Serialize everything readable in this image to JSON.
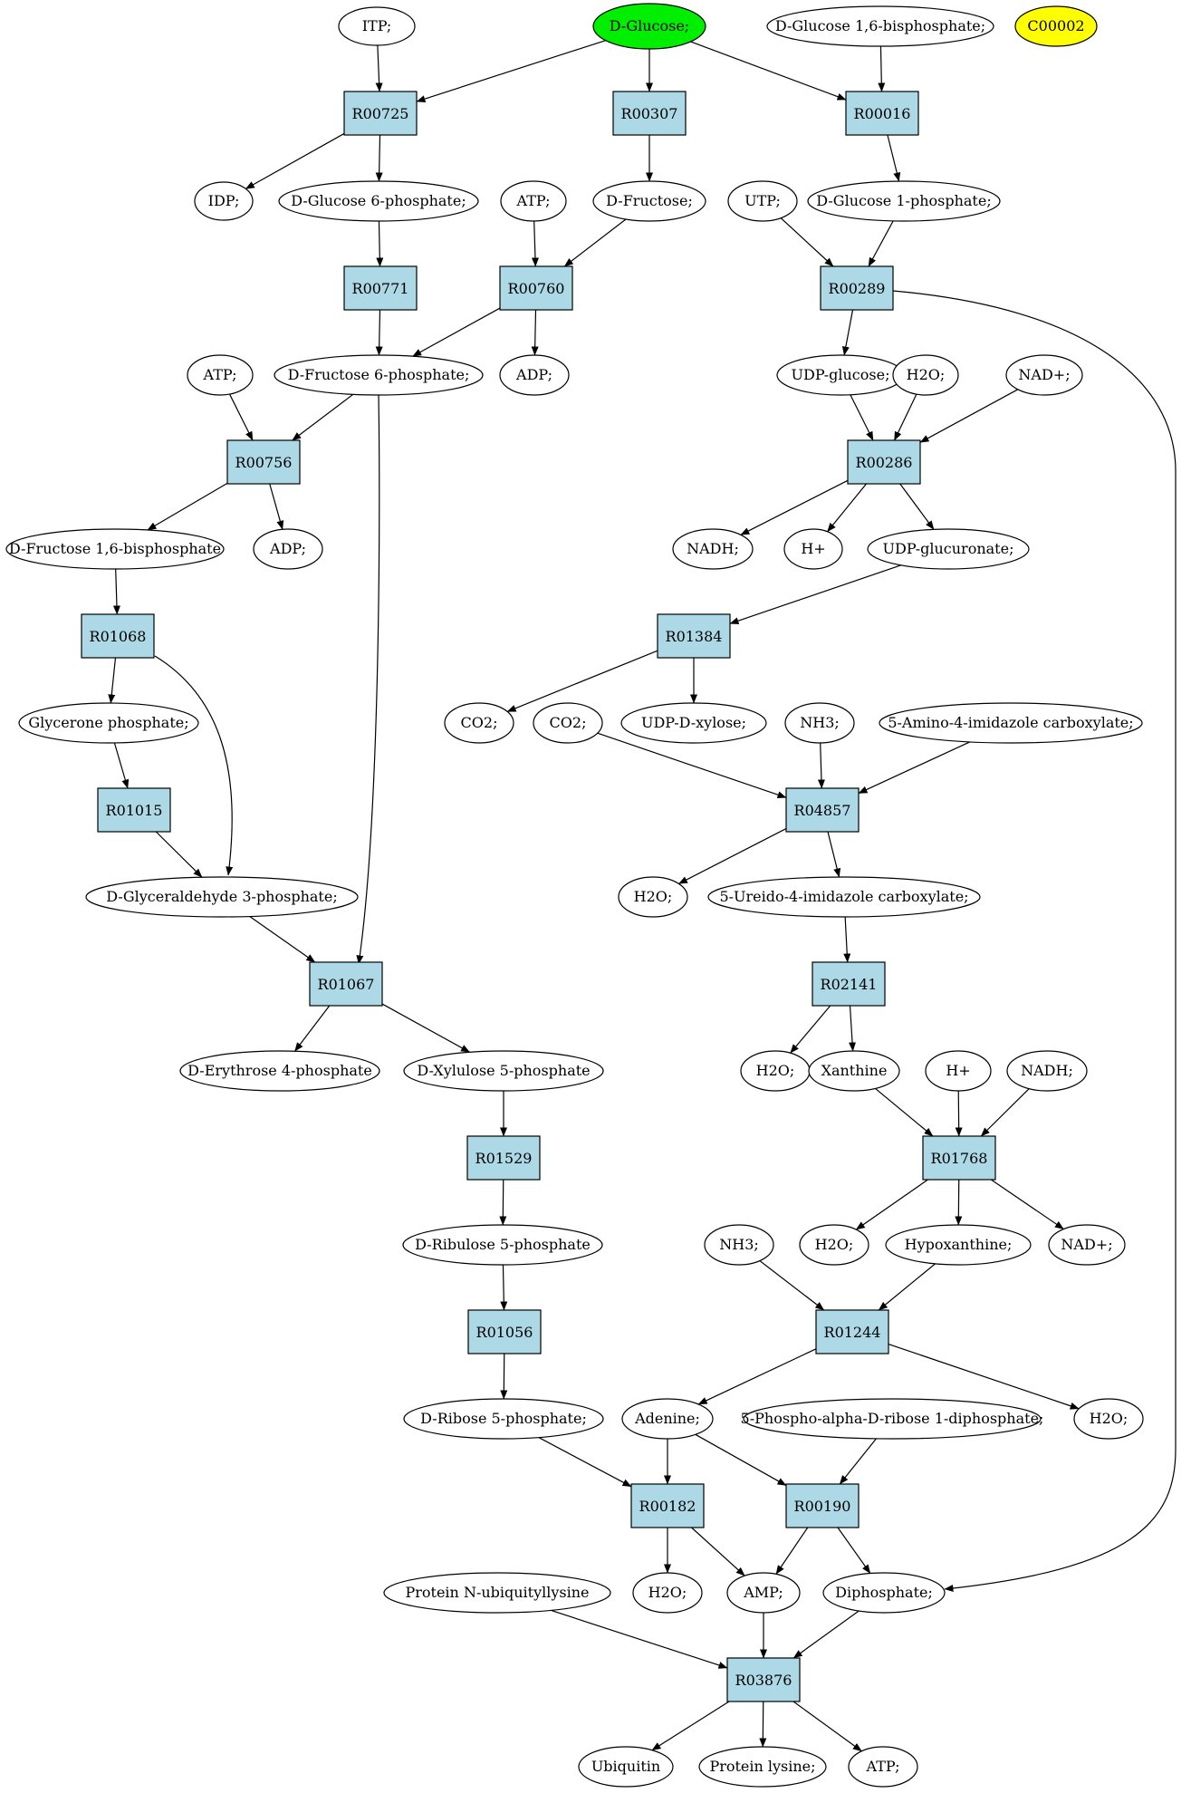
{
  "colors": {
    "compound_fill": "#ffffff",
    "reaction_fill": "#add8e6",
    "source_compound_fill": "#00ee00",
    "highlight_compound_fill": "#ffff00",
    "stroke": "#000000"
  },
  "compounds": {
    "c_itp": "ITP;",
    "c_glucose": "D-Glucose;",
    "c_glc16bp": "D-Glucose 1,6-bisphosphate;",
    "c_c00002": "C00002",
    "c_idp": "IDP;",
    "c_g6p": "D-Glucose 6-phosphate;",
    "c_atp1": "ATP;",
    "c_fructose": "D-Fructose;",
    "c_utp": "UTP;",
    "c_g1p": "D-Glucose 1-phosphate;",
    "c_atp2": "ATP;",
    "c_f6p": "D-Fructose 6-phosphate;",
    "c_adp1": "ADP;",
    "c_udpglc": "UDP-glucose;",
    "c_h2o1": "H2O;",
    "c_nad1": "NAD+;",
    "c_fbp": "D-Fructose 1,6-bisphosphate",
    "c_adp2": "ADP;",
    "c_nadh1": "NADH;",
    "c_h1": "H+",
    "c_udpglcua": "UDP-glucuronate;",
    "c_dhap": "Glycerone phosphate;",
    "c_co2a": "CO2;",
    "c_co2b": "CO2;",
    "c_udpxyl": "UDP-D-xylose;",
    "c_nh3a": "NH3;",
    "c_aica": "5-Amino-4-imidazole carboxylate;",
    "c_gap": "D-Glyceraldehyde 3-phosphate;",
    "c_h2o2": "H2O;",
    "c_uica": "5-Ureido-4-imidazole carboxylate;",
    "c_h2o3": "H2O;",
    "c_xanthine": "Xanthine",
    "c_h2": "H+",
    "c_nadh2": "NADH;",
    "c_e4p": "D-Erythrose 4-phosphate",
    "c_xu5p": "D-Xylulose 5-phosphate",
    "c_nh3b": "NH3;",
    "c_h2o4": "H2O;",
    "c_hypoxanthine": "Hypoxanthine;",
    "c_nad2": "NAD+;",
    "c_ru5p": "D-Ribulose 5-phosphate",
    "c_r5p": "D-Ribose 5-phosphate;",
    "c_adenine": "Adenine;",
    "c_prpp": "5-Phospho-alpha-D-ribose 1-diphosphate;",
    "c_h2o5": "H2O;",
    "c_protubq": "Protein N-ubiquityllysine",
    "c_h2o6": "H2O;",
    "c_amp": "AMP;",
    "c_ppi": "Diphosphate;",
    "c_ubiquitin": "Ubiquitin",
    "c_protlys": "Protein lysine;",
    "c_atp3": "ATP;"
  },
  "reactions": {
    "r_00725": "R00725",
    "r_00307": "R00307",
    "r_00016": "R00016",
    "r_00771": "R00771",
    "r_00760": "R00760",
    "r_00289": "R00289",
    "r_00756": "R00756",
    "r_00286": "R00286",
    "r_01068": "R01068",
    "r_01384": "R01384",
    "r_01015": "R01015",
    "r_04857": "R04857",
    "r_01067": "R01067",
    "r_02141": "R02141",
    "r_01529": "R01529",
    "r_01768": "R01768",
    "r_01056": "R01056",
    "r_01244": "R01244",
    "r_00182": "R00182",
    "r_00190": "R00190",
    "r_03876": "R03876"
  }
}
